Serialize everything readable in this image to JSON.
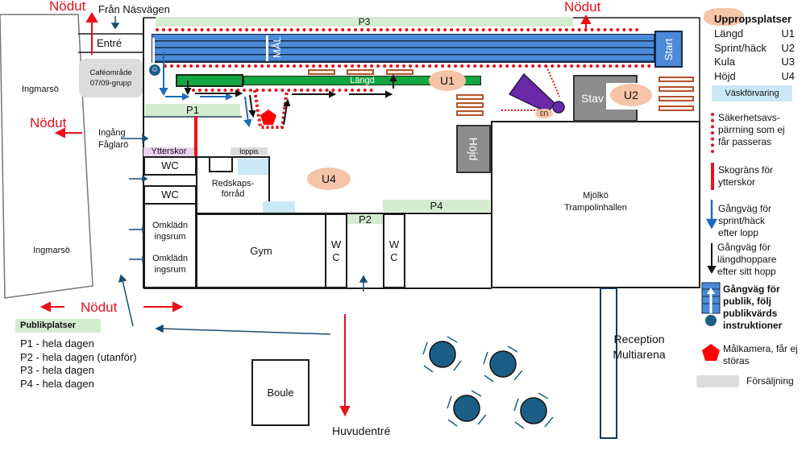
{
  "exits": {
    "top_left": "Nödut",
    "top_right": "Nödut",
    "left": "Nödut",
    "bottom": "Nödut"
  },
  "labels": {
    "from_road": "Från Näsvägen",
    "entrance": "Entré",
    "cafe": "Caféområde\n07/09-grupp",
    "ingmarso_top": "Ingmarsö",
    "ingmarso_bottom": "Ingmarsö",
    "entrance_faglaro": "Ingång\nFåglarö",
    "outdoor_shoes": "Ytterskor",
    "loppis": "loppis",
    "wc1": "WC",
    "wc2": "WC",
    "changing1": "Omklädn\ningsrum",
    "changing2": "Omklädn\ningsrum",
    "storage": "Redskaps-\nförråd",
    "gym": "Gym",
    "wc3": "W\nC",
    "wc4": "W\nC",
    "trampoline": "Mjölkö\nTrampolinhallen",
    "reception": "Reception\nMultiarena",
    "boule": "Boule",
    "main_entrance": "Huvudentré",
    "goal": "MÅL",
    "start": "Start",
    "long_jump": "Längd",
    "pole_vault": "Stav",
    "high_jump": "Höjd"
  },
  "zones": {
    "P1": "P1",
    "P2": "P2",
    "P3": "P3",
    "P4": "P4",
    "U1": "U1",
    "U2": "U2",
    "U3": "U3",
    "U4": "U4"
  },
  "spectator_legend": {
    "title": "Publikplatser",
    "items": [
      "P1 - hela dagen",
      "P2 - hela dagen (utanför)",
      "P3 - hela dagen",
      "P4 - hela dagen"
    ]
  },
  "callup_legend": {
    "title": "Uppropsplatser",
    "items": [
      {
        "event": "Längd",
        "code": "U1"
      },
      {
        "event": "Sprint/häck",
        "code": "U2"
      },
      {
        "event": "Kula",
        "code": "U3"
      },
      {
        "event": "Höjd",
        "code": "U4"
      }
    ],
    "bag_storage": "Väskförvaring"
  },
  "legend": {
    "safety": "Säkerhetsavs-\npärrning som ej\nfår passeras",
    "forest_line": "Skogräns för\nytterskor",
    "sprint_path": "Gångväg för\nsprint/häck\nefter lopp",
    "longjump_path": "Gångväg för\nlängdhoppare\nefter sitt hopp",
    "public_path": "Gångväg för\npublik, följ\npublikvärds\ninstruktioner",
    "camera": "Målkamera, får ej\nstöras",
    "sales": "Försäljning"
  },
  "colors": {
    "emergency": "#e8101a",
    "track": "#4a8ad8",
    "longjump": "#12a640",
    "spectator": "#d4ecd0",
    "callup": "#f6c4a8",
    "bag": "#cbe8f6",
    "sales": "#dcdcdc",
    "table": "#1b5f86"
  }
}
